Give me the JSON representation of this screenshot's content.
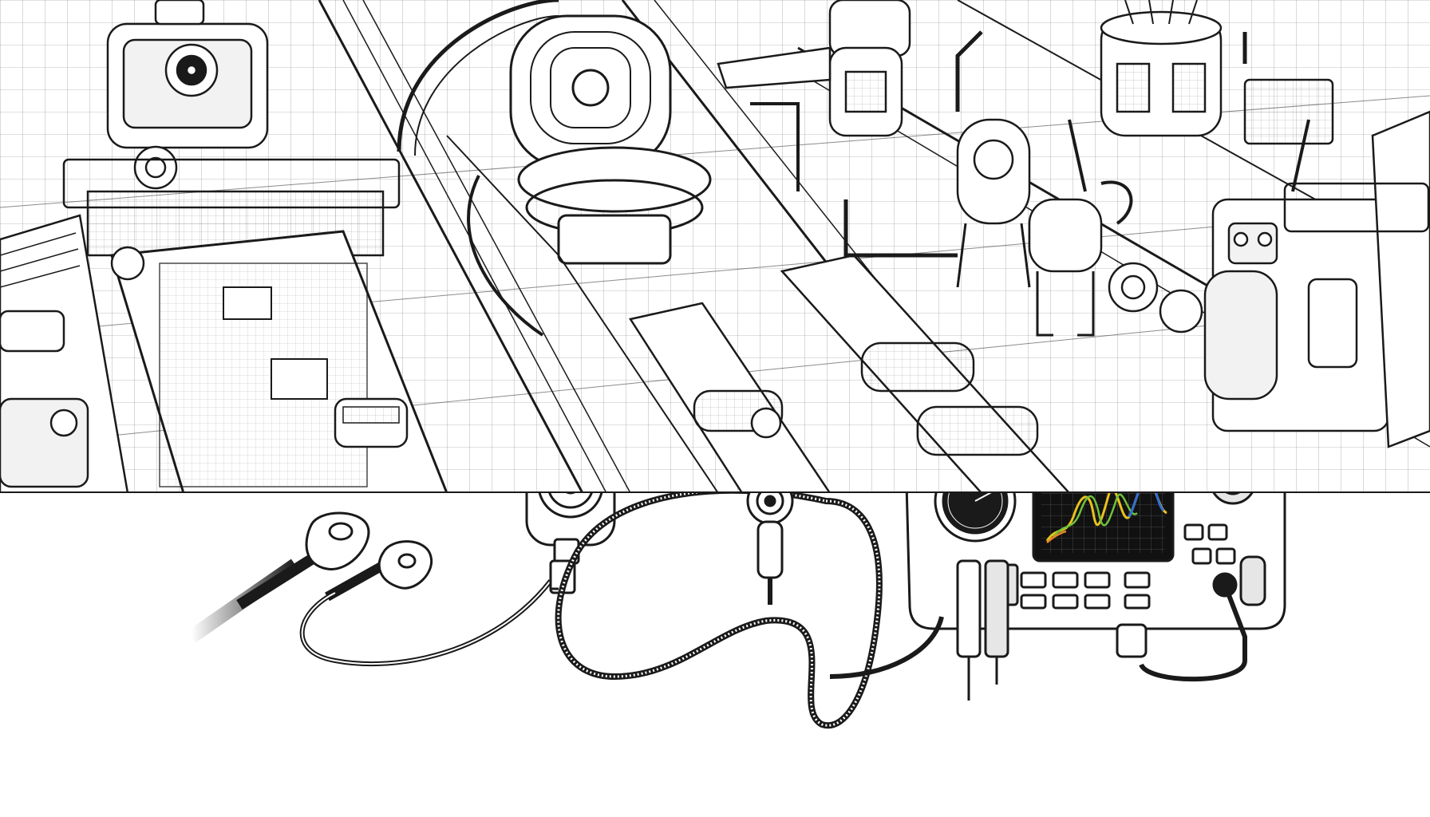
{
  "scene": {
    "style": "black-and-white line illustration",
    "panels": [
      {
        "name": "factory-lab-panel"
      },
      {
        "name": "sensor-devices-panel"
      }
    ]
  },
  "colors": {
    "line": "#1a1a1a",
    "paper": "#ffffff",
    "shade": "#e6e6e6",
    "screen": "#111111",
    "wave_yellow": "#e8c21c",
    "wave_green": "#6ec23a",
    "wave_blue": "#2f6fd6",
    "wave_orange": "#e8862a"
  },
  "icons": {
    "left-earbud": "earbud-sensor-icon",
    "right-earbud": "earbud-sensor-icon",
    "round-sensor": "round-gauge-sensor-icon",
    "probe-sensor": "cable-probe-icon",
    "monitor": "oscilloscope-console-icon"
  }
}
